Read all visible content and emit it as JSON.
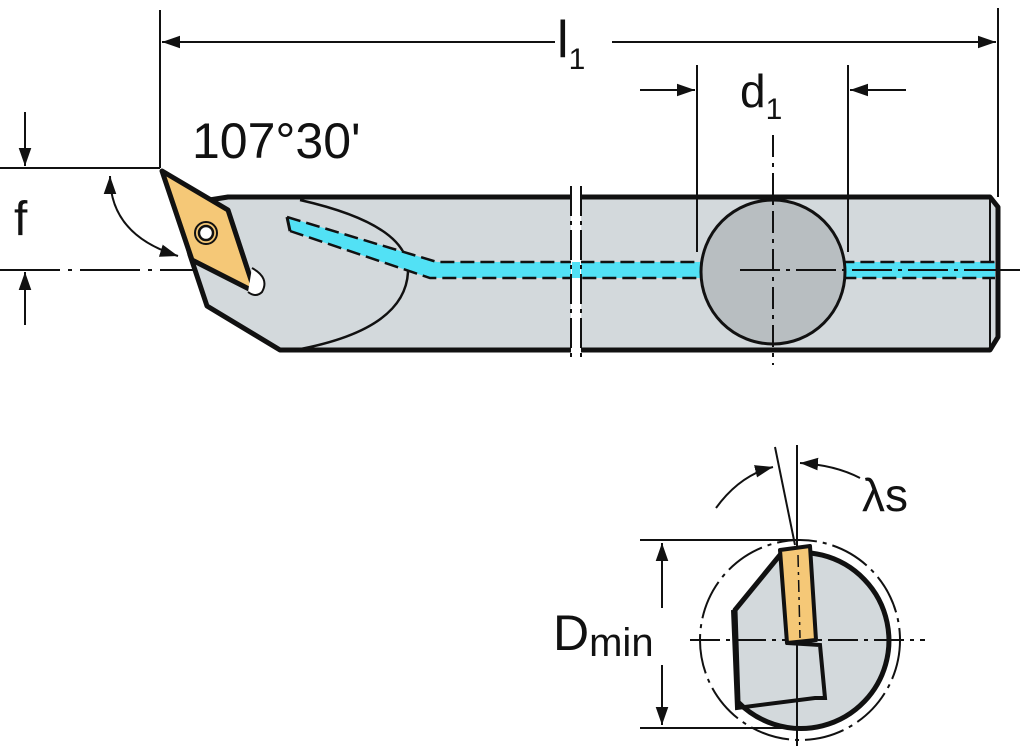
{
  "labels": {
    "length": "l",
    "length_sub": "1",
    "diameter": "d",
    "diameter_sub": "1",
    "angle": "107°30'",
    "offset": "f",
    "min_bore": "D",
    "min_bore_sub": "min",
    "inclination": "λs"
  },
  "colors": {
    "body": "#d3d9dc",
    "shank_section": "#b8bec1",
    "insert": "#f5c877",
    "coolant": "#52e1f5",
    "line": "#111111"
  }
}
